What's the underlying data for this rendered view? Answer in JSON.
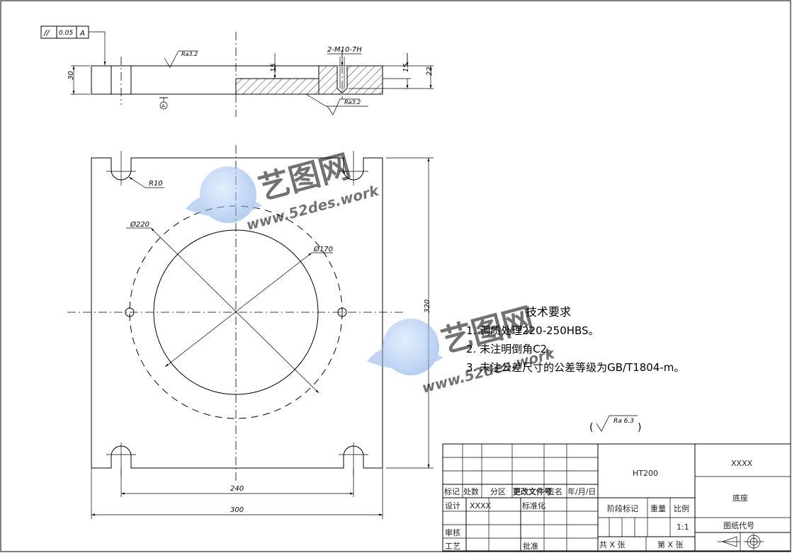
{
  "fcf": {
    "symbol": "//",
    "tolerance": "0.05",
    "datum": "A"
  },
  "datum_label": "A",
  "dims": {
    "thickness": "30",
    "roughness_top": "Ra3.2",
    "roughness_bottom": "Ra3.2",
    "thread": "2-M10-7H",
    "depth_left": "15",
    "depth_right": "15",
    "depth_total": "22",
    "slot_radius": "R10",
    "hole_circle": "Ø220",
    "bore": "Ø170",
    "height": "320",
    "slot_spacing": "240",
    "width": "300"
  },
  "watermark": {
    "cn": "艺图网",
    "url": "www.52des.work"
  },
  "tech": {
    "title": "技术要求",
    "items": [
      "1. 调质处理220-250HBS。",
      "2. 未注明倒角C2。",
      "3. 未注公差尺寸的公差等级为GB/T1804-m。"
    ]
  },
  "general_roughness": "Ra 6.3",
  "titleblock": {
    "material": "HT200",
    "code_top": "XXXX",
    "part_name": "底座",
    "drawing_no_label": "图纸代号",
    "h_biaoji": "标记",
    "h_chushu": "处数",
    "h_fenqu": "分区",
    "h_gengai": "更改文件号",
    "h_qianming": "签名",
    "h_date": "年/月/日",
    "sheji": "设计",
    "designer": "XXXX",
    "biaozhunhua": "标准化",
    "jieduan": "阶段标记",
    "zhongliang": "重量",
    "bili": "比例",
    "scale": "1:1",
    "shenhe": "审核",
    "gongyi": "工艺",
    "pizhun": "批准",
    "total_sheets": "共 X 张",
    "sheet_no": "第 X 张"
  }
}
